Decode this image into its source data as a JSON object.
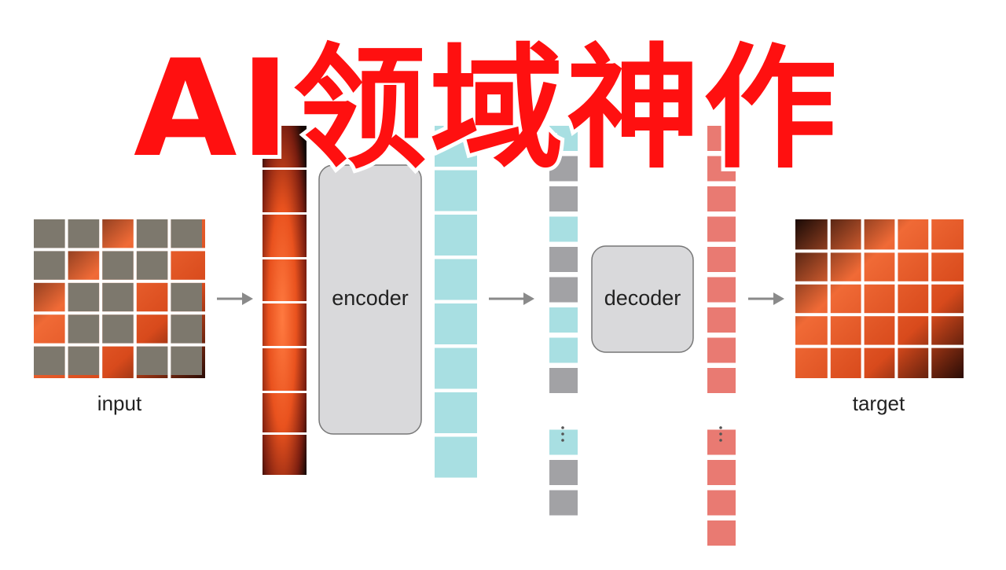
{
  "title": "AI领域神作",
  "labels": {
    "input": "input",
    "encoder": "encoder",
    "decoder": "decoder",
    "target": "target"
  },
  "colors": {
    "title": "#ff1010",
    "mask_gray": "#7d786d",
    "block_gray": "#d9d9db",
    "token_cyan": "#a8dfe2",
    "token_gray": "#a2a2a5",
    "token_red": "#e97a72",
    "arrow": "#8a8a8a"
  },
  "icons": [
    "right-arrow-icon",
    "vertical-ellipsis-icon"
  ]
}
